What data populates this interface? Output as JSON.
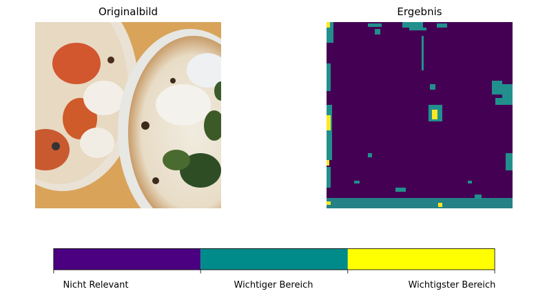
{
  "chart_data": [
    {
      "type": "image",
      "title": "Originalbild"
    },
    {
      "type": "heatmap",
      "title": "Ergebnis",
      "colormap": [
        "#440154",
        "#21908d",
        "#fde725"
      ],
      "description_levels": [
        0,
        1,
        2
      ]
    },
    {
      "type": "colorbar",
      "orientation": "horizontal",
      "categories": [
        "Nicht Relevant",
        "Wichtiger Bereich",
        "Wichtigster Bereich"
      ],
      "colors": [
        "#4b0082",
        "#008b8b",
        "#ffff00"
      ]
    }
  ]
}
